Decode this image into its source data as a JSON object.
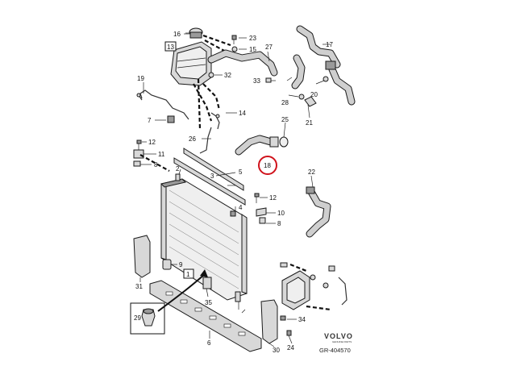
{
  "labels": {
    "l1": "1",
    "l2": "2",
    "l3": "3",
    "l4": "4",
    "l5": "5",
    "l6": "6",
    "l7": "7",
    "l8a": "8",
    "l8b": "8",
    "l9": "9",
    "l10": "10",
    "l11": "11",
    "l12a": "12",
    "l12b": "12",
    "l13": "13",
    "l14": "14",
    "l15": "15",
    "l16": "16",
    "l17": "17",
    "l18": "18",
    "l19": "19",
    "l20": "20",
    "l21": "21",
    "l22": "22",
    "l23": "23",
    "l24": "24",
    "l25": "25",
    "l26": "26",
    "l27": "27",
    "l28": "28",
    "l29": "29",
    "l30": "30",
    "l31": "31",
    "l32": "32",
    "l33": "33",
    "l34": "34",
    "l35": "35"
  },
  "highlight": {
    "part": "18",
    "color": "#d0121b"
  },
  "brand": {
    "name": "VOLVO",
    "tagline": "GENUINE PARTS"
  },
  "reference": "GR-404570"
}
